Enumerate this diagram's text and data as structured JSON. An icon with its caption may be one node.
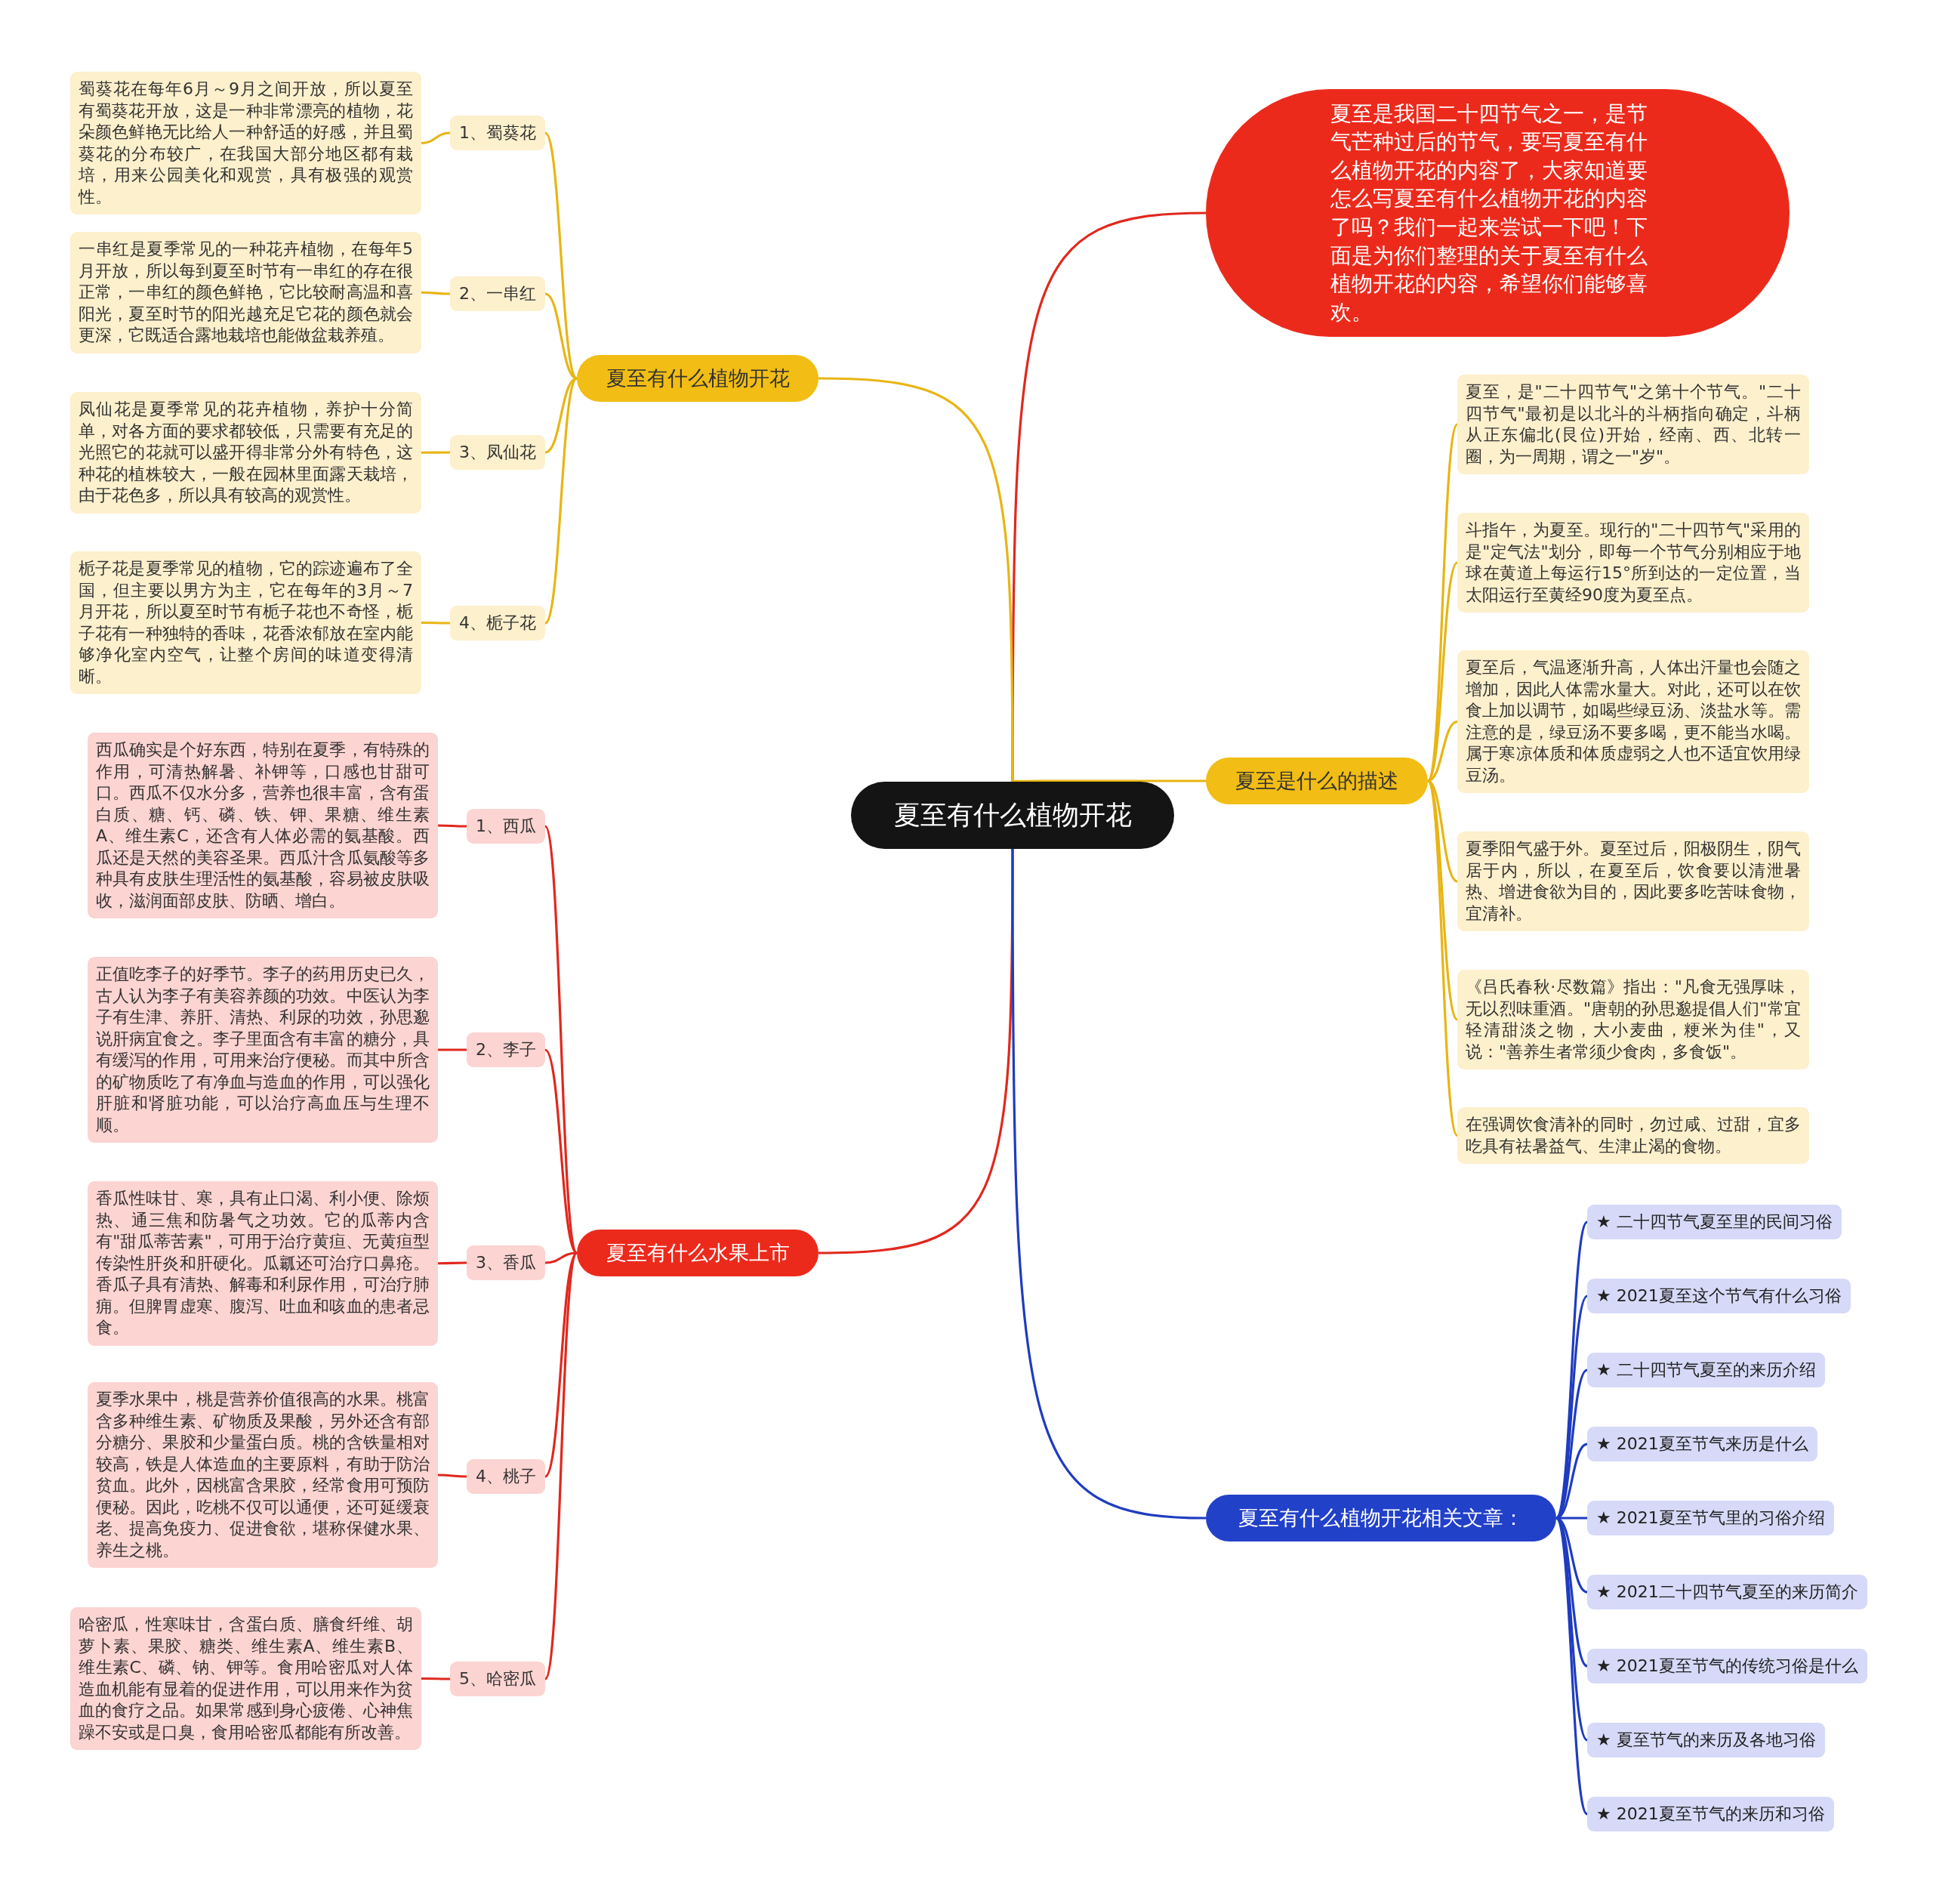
{
  "diagram": {
    "nodes": [
      {
        "text": [
          "夏至有什么植物开花"
        ]
      },
      {
        "text": [
          "夏至是我国二十四节气之一，是节气芒种过后的节气，要写夏至有什么植物开花的内容了，大家知道要怎么写夏至有什么植物开花的内容了吗？我们一起来尝试一下吧！下面是为你们整理的关于夏至有什么植物开花的内容，希望你们能够喜欢。"
        ]
      },
      {
        "text": [
          "夏至有什么植物开花"
        ]
      },
      {
        "text": [
          "1、蜀葵花"
        ]
      },
      {
        "text": [
          "蜀葵花在每年6月～9月之间开放，所以夏至有蜀葵花开放，这是一种非常漂亮的植物，花朵颜色鲜艳无比给人一种舒适的好感，并且蜀葵花的分布较广，在我国大部分地区都有栽培，用来公园美化和观赏，具有极强的观赏性。"
        ]
      },
      {
        "text": [
          "2、一串红"
        ]
      },
      {
        "text": [
          "一串红是夏季常见的一种花卉植物，在每年5月开放，所以每到夏至时节有一串红的存在很正常，一串红的颜色鲜艳，它比较耐高温和喜阳光，夏至时节的阳光越充足它花的颜色就会更深，它既适合露地栽培也能做盆栽养殖。"
        ]
      },
      {
        "text": [
          "3、凤仙花"
        ]
      },
      {
        "text": [
          "凤仙花是夏季常见的花卉植物，养护十分简单，对各方面的要求都较低，只需要有充足的光照它的花就可以盛开得非常分外有特色，这种花的植株较大，一般在园林里面露天栽培，由于花色多，所以具有较高的观赏性。"
        ]
      },
      {
        "text": [
          "4、栀子花"
        ]
      },
      {
        "text": [
          "栀子花是夏季常见的植物，它的踪迹遍布了全国，但主要以男方为主，它在每年的3月～7月开花，所以夏至时节有栀子花也不奇怪，栀子花有一种独特的香味，花香浓郁放在室内能够净化室内空气，让整个房间的味道变得清晰。"
        ]
      },
      {
        "text": [
          "夏至有什么水果上市"
        ]
      },
      {
        "text": [
          "1、西瓜"
        ]
      },
      {
        "text": [
          "西瓜确实是个好东西，特别在夏季，有特殊的作用，可清热解暑、补钾等，口感也甘甜可口。西瓜不仅水分多，营养也很丰富，含有蛋白质、糖、钙、磷、铁、钾、果糖、维生素A、维生素C，还含有人体必需的氨基酸。西瓜还是天然的美容圣果。西瓜汁含瓜氨酸等多种具有皮肤生理活性的氨基酸，容易被皮肤吸收，滋润面部皮肤、防晒、增白。"
        ]
      },
      {
        "text": [
          "2、李子"
        ]
      },
      {
        "text": [
          "正值吃李子的好季节。李子的药用历史已久，古人认为李子有美容养颜的功效。中医认为李子有生津、养肝、清热、利尿的功效，孙思邈说肝病宜食之。李子里面含有丰富的糖分，具有缓泻的作用，可用来治疗便秘。而其中所含的矿物质吃了有净血与造血的作用，可以强化肝脏和肾脏功能，可以治疗高血压与生理不顺。"
        ]
      },
      {
        "text": [
          "3、香瓜"
        ]
      },
      {
        "text": [
          "香瓜性味甘、寒，具有止口渴、利小便、除烦热、通三焦和防暑气之功效。它的瓜蒂内含有\"甜瓜蒂苦素\"，可用于治疗黄疸、无黄疸型传染性肝炎和肝硬化。瓜瓤还可治疗口鼻疮。香瓜子具有清热、解毒和利尿作用，可治疗肺痈。但脾胃虚寒、腹泻、吐血和咳血的患者忌食。"
        ]
      },
      {
        "text": [
          "4、桃子"
        ]
      },
      {
        "text": [
          "夏季水果中，桃是营养价值很高的水果。桃富含多种维生素、矿物质及果酸，另外还含有部分糖分、果胶和少量蛋白质。桃的含铁量相对较高，铁是人体造血的主要原料，有助于防治贫血。此外，因桃富含果胶，经常食用可预防便秘。因此，吃桃不仅可以通便，还可延缓衰老、提高免疫力、促进食欲，堪称保健水果、养生之桃。"
        ]
      },
      {
        "text": [
          "5、哈密瓜"
        ]
      },
      {
        "text": [
          "哈密瓜，性寒味甘，含蛋白质、膳食纤维、胡萝卜素、果胶、糖类、维生素A、维生素B、维生素C、磷、钠、钾等。食用哈密瓜对人体造血机能有显着的促进作用，可以用来作为贫血的食疗之品。如果常感到身心疲倦、心神焦躁不安或是口臭，食用哈密瓜都能有所改善。"
        ]
      },
      {
        "text": [
          "夏至是什么的描述"
        ]
      },
      {
        "text": [
          "夏至，是\"二十四节气\"之第十个节气。\"二十四节气\"最初是以北斗的斗柄指向确定，斗柄从正东偏北(艮位)开始，经南、西、北转一圈，为一周期，谓之一\"岁\"。"
        ]
      },
      {
        "text": [
          "斗指午，为夏至。现行的\"二十四节气\"采用的是\"定气法\"划分，即每一个节气分别相应于地球在黄道上每运行15°所到达的一定位置，当太阳运行至黄经90度为夏至点。"
        ]
      },
      {
        "text": [
          "夏至后，气温逐渐升高，人体出汗量也会随之增加，因此人体需水量大。对此，还可以在饮食上加以调节，如喝些绿豆汤、淡盐水等。需注意的是，绿豆汤不要多喝，更不能当水喝。属于寒凉体质和体质虚弱之人也不适宜饮用绿豆汤。"
        ]
      },
      {
        "text": [
          "夏季阳气盛于外。夏至过后，阳极阴生，阴气居于内，所以，在夏至后，饮食要以清泄暑热、增进食欲为目的，因此要多吃苦味食物，宜清补。"
        ]
      },
      {
        "text": [
          "《吕氏春秋·尽数篇》指出：\"凡食无强厚味，无以烈味重酒。\"唐朝的孙思邈提倡人们\"常宜轻清甜淡之物，大小麦曲，粳米为佳\"，又说：\"善养生者常须少食肉，多食饭\"。"
        ]
      },
      {
        "text": [
          "在强调饮食清补的同时，勿过咸、过甜，宜多吃具有祛暑益气、生津止渴的食物。"
        ]
      },
      {
        "text": [
          "夏至有什么植物开花相关文章："
        ]
      },
      {
        "text": [
          "★ 二十四节气夏至里的民间习俗"
        ]
      },
      {
        "text": [
          "★ 2021夏至这个节气有什么习俗"
        ]
      },
      {
        "text": [
          "★ 二十四节气夏至的来历介绍"
        ]
      },
      {
        "text": [
          "★ 2021夏至节气来历是什么"
        ]
      },
      {
        "text": [
          "★ 2021夏至节气里的习俗介绍"
        ]
      },
      {
        "text": [
          "★ 2021二十四节气夏至的来历简介"
        ]
      },
      {
        "text": [
          "★ 2021夏至节气的传统习俗是什么"
        ]
      },
      {
        "text": [
          "★ 夏至节气的来历及各地习俗"
        ]
      },
      {
        "text": [
          "★ 2021夏至节气的来历和习俗"
        ]
      }
    ],
    "edges": [
      {
        "from": 0,
        "to": 1,
        "arrow": "none",
        "color": "#e0281e"
      },
      {
        "from": 0,
        "to": 2,
        "arrow": "none"
      },
      {
        "from": 0,
        "to": 11,
        "arrow": "none",
        "color": "#e0281e"
      },
      {
        "from": 0,
        "to": 22,
        "arrow": "none"
      },
      {
        "from": 0,
        "to": 29,
        "arrow": "none",
        "color": "#1f3cc0"
      },
      {
        "from": 2,
        "to": 3,
        "arrow": "none"
      },
      {
        "from": 3,
        "to": 4,
        "arrow": "none"
      },
      {
        "from": 2,
        "to": 5,
        "arrow": "none"
      },
      {
        "from": 5,
        "to": 6,
        "arrow": "none"
      },
      {
        "from": 2,
        "to": 7,
        "arrow": "none"
      },
      {
        "from": 7,
        "to": 8,
        "arrow": "none"
      },
      {
        "from": 2,
        "to": 9,
        "arrow": "none"
      },
      {
        "from": 9,
        "to": 10,
        "arrow": "none"
      },
      {
        "from": 11,
        "to": 12,
        "arrow": "none",
        "color": "#e0281e"
      },
      {
        "from": 12,
        "to": 13,
        "arrow": "none",
        "color": "#e0281e"
      },
      {
        "from": 11,
        "to": 14,
        "arrow": "none",
        "color": "#e0281e"
      },
      {
        "from": 14,
        "to": 15,
        "arrow": "none",
        "color": "#e0281e"
      },
      {
        "from": 11,
        "to": 16,
        "arrow": "none",
        "color": "#e0281e"
      },
      {
        "from": 16,
        "to": 17,
        "arrow": "none",
        "color": "#e0281e"
      },
      {
        "from": 11,
        "to": 18,
        "arrow": "none",
        "color": "#e0281e"
      },
      {
        "from": 18,
        "to": 19,
        "arrow": "none",
        "color": "#e0281e"
      },
      {
        "from": 11,
        "to": 20,
        "arrow": "none",
        "color": "#e0281e"
      },
      {
        "from": 20,
        "to": 21,
        "arrow": "none",
        "color": "#e0281e"
      },
      {
        "from": 22,
        "to": 23,
        "arrow": "none"
      },
      {
        "from": 22,
        "to": 24,
        "arrow": "none"
      },
      {
        "from": 22,
        "to": 25,
        "arrow": "none"
      },
      {
        "from": 22,
        "to": 26,
        "arrow": "none"
      },
      {
        "from": 22,
        "to": 27,
        "arrow": "none"
      },
      {
        "from": 22,
        "to": 28,
        "arrow": "none"
      },
      {
        "from": 29,
        "to": 30,
        "arrow": "none",
        "color": "#1f3cc0"
      },
      {
        "from": 29,
        "to": 31,
        "arrow": "none",
        "color": "#1f3cc0"
      },
      {
        "from": 29,
        "to": 32,
        "arrow": "none",
        "color": "#1f3cc0"
      },
      {
        "from": 29,
        "to": 33,
        "arrow": "none",
        "color": "#1f3cc0"
      },
      {
        "from": 29,
        "to": 34,
        "arrow": "none",
        "color": "#1f3cc0"
      },
      {
        "from": 29,
        "to": 35,
        "arrow": "none",
        "color": "#1f3cc0"
      },
      {
        "from": 29,
        "to": 36,
        "arrow": "none",
        "color": "#1f3cc0"
      },
      {
        "from": 29,
        "to": 37,
        "arrow": "none",
        "color": "#1f3cc0"
      },
      {
        "from": 29,
        "to": 38,
        "arrow": "none",
        "color": "#1f3cc0"
      }
    ]
  }
}
